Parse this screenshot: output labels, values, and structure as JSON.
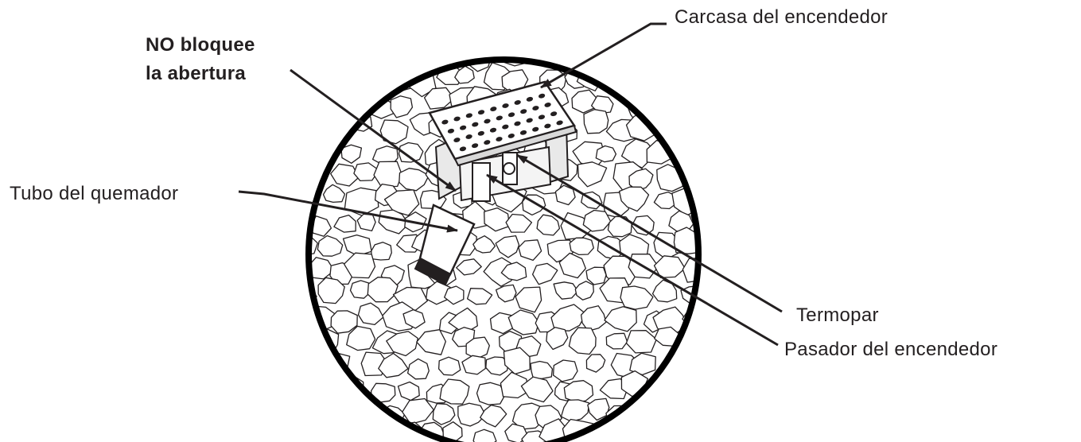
{
  "labels": {
    "warning_line1": "NO bloquee",
    "warning_line2": "la abertura",
    "igniter_housing": "Carcasa del encendedor",
    "burner_tube": "Tubo del quemador",
    "thermocouple": "Termopar",
    "igniter_pin": "Pasador del encendedor"
  },
  "colors": {
    "ink": "#231f20",
    "background": "#ffffff"
  }
}
